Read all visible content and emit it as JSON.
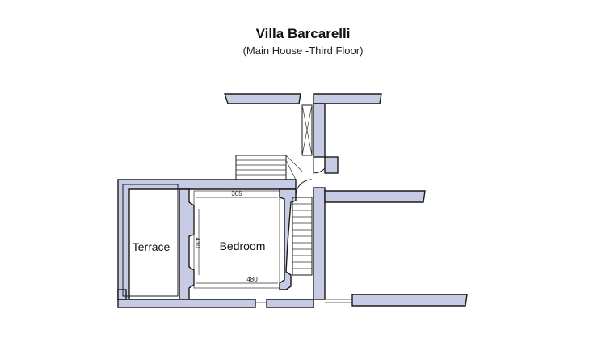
{
  "header": {
    "title": "Villa Barcarelli",
    "subtitle": "(Main House -Third Floor)"
  },
  "rooms": {
    "terrace": "Terrace",
    "bedroom": "Bedroom"
  },
  "dimensions": {
    "top_width": "365",
    "bottom_width": "480",
    "side_height": "410"
  },
  "colors": {
    "wall_fill": "#c7cbe4",
    "line": "#1a1a1a"
  }
}
